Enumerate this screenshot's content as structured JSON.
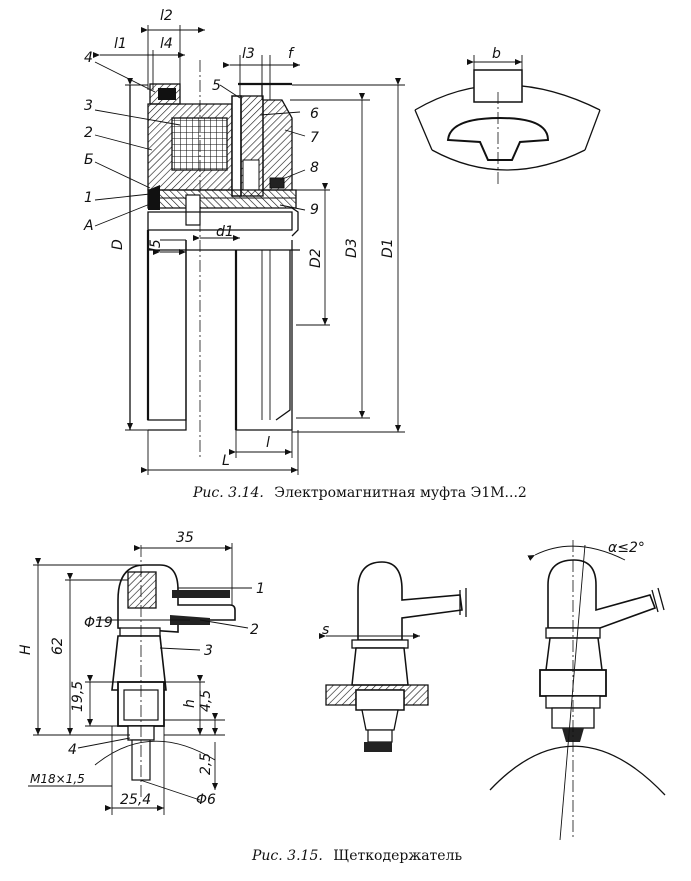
{
  "figure1": {
    "caption_num": "Рис. 3.14.",
    "caption_text": "Электромагнитная муфта Э1М...2",
    "labels": {
      "l2": "l2",
      "l1": "l1",
      "l4": "l4",
      "l3": "l3",
      "f": "f",
      "b": "b",
      "n4": "4",
      "n3": "3",
      "n2": "2",
      "nB": "Б",
      "n1": "1",
      "nA": "A",
      "n5": "5",
      "n6": "6",
      "n7": "7",
      "n8": "8",
      "n9": "9",
      "D": "D",
      "D1": "D1",
      "D2": "D2",
      "D3": "D3",
      "d1": "d1",
      "l5": "l5",
      "l": "l",
      "L": "L"
    }
  },
  "figure2": {
    "caption_num": "Рис. 3.15.",
    "caption_text": "Щеткодержатель",
    "labels": {
      "d35": "35",
      "H": "H",
      "d62": "62",
      "phi19": "Φ19",
      "d195": "19,5",
      "h": "h",
      "d45": "4,5",
      "d25": "2,5",
      "M18": "M18×1,5",
      "d254": "25,4",
      "phi6": "Φ6",
      "n1": "1",
      "n2": "2",
      "n3": "3",
      "n4": "4",
      "s": "s",
      "alpha": "α≤2°"
    }
  }
}
